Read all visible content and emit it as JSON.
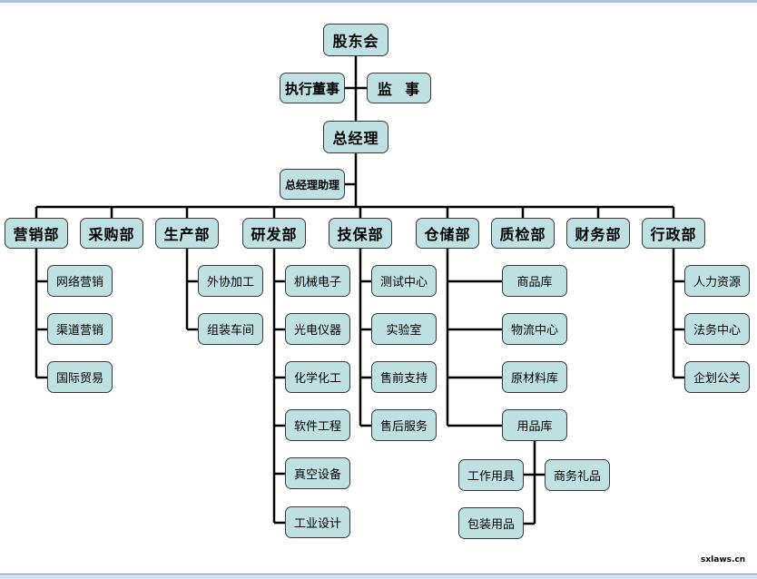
{
  "top": {
    "shareholders": "股东会",
    "executive_director": "执行董事",
    "supervisor": "监  事",
    "general_manager": "总经理",
    "gm_assistant": "总经理助理"
  },
  "departments": [
    {
      "name": "营销部",
      "children": [
        "网络营销",
        "渠道营销",
        "国际贸易"
      ]
    },
    {
      "name": "采购部",
      "children": []
    },
    {
      "name": "生产部",
      "children": [
        "外协加工",
        "组装车间"
      ]
    },
    {
      "name": "研发部",
      "children": [
        "机械电子",
        "光电仪器",
        "化学化工",
        "软件工程",
        "真空设备",
        "工业设计"
      ]
    },
    {
      "name": "技保部",
      "children": [
        "测试中心",
        "实验室",
        "售前支持",
        "售后服务"
      ]
    },
    {
      "name": "仓储部",
      "children": [
        "商品库",
        "物流中心",
        "原材料库",
        "用品库"
      ],
      "supplies": [
        "工作用具",
        "商务礼品",
        "包装用品"
      ]
    },
    {
      "name": "质检部",
      "children": []
    },
    {
      "name": "财务部",
      "children": []
    },
    {
      "name": "行政部",
      "children": [
        "人力资源",
        "法务中心",
        "企划公关"
      ]
    }
  ],
  "watermark": "sxlaws.cn",
  "colors": {
    "box": "#bfe1e4",
    "line": "#000000"
  }
}
